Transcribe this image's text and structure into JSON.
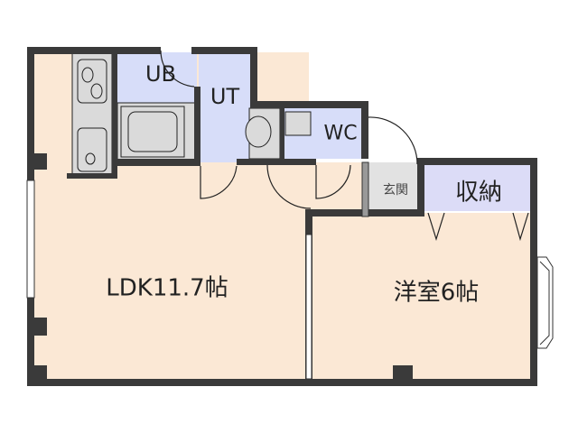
{
  "rooms": {
    "ub": "UB",
    "ut": "UT",
    "wc": "WC",
    "genkan": "玄関",
    "storage": "収納",
    "ldk": "LDK11.7帖",
    "western_room": "洋室6帖"
  },
  "colors": {
    "wall": "#3a3a3a",
    "floor": "#fbe8d5",
    "wet_area": "#d7ddf9",
    "storage": "#dcdcf7",
    "fixture": "#dadada"
  }
}
